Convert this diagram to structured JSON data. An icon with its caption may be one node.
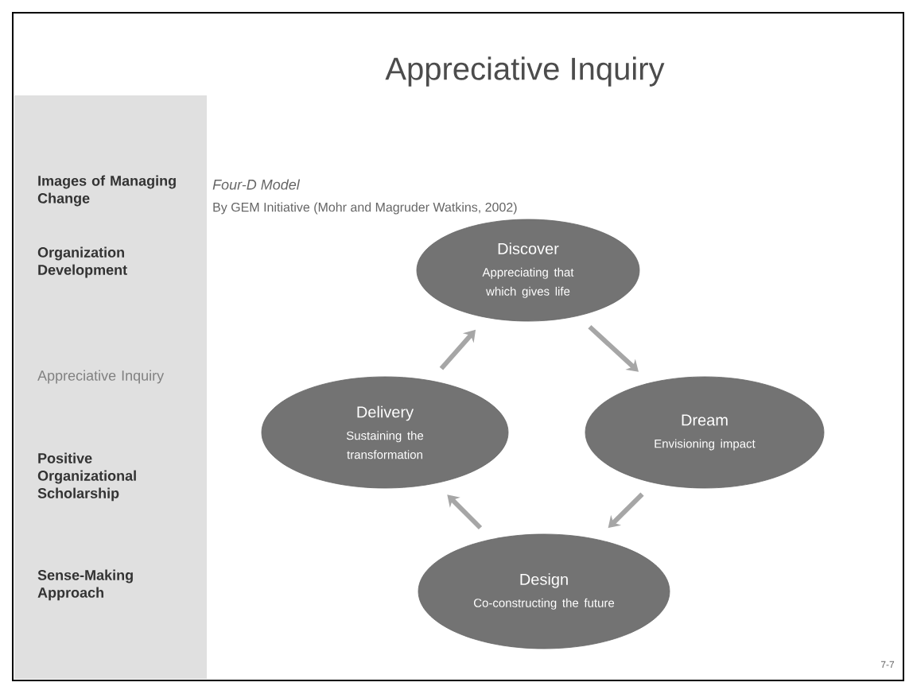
{
  "diagram": {
    "title": "Appreciative Inquiry",
    "nodes": [
      {
        "text": [
          "Discover",
          "Appreciating that which gives life"
        ]
      },
      {
        "text": [
          "Dream",
          "Envisioning impact"
        ]
      },
      {
        "text": [
          "Design",
          "Co-constructing the future"
        ]
      },
      {
        "text": [
          "Delivery",
          "Sustaining the transformation"
        ]
      }
    ],
    "edges": [
      {
        "from": 0,
        "to": 1,
        "arrow": "to"
      },
      {
        "from": 1,
        "to": 2,
        "arrow": "to"
      },
      {
        "from": 2,
        "to": 3,
        "arrow": "to"
      },
      {
        "from": 3,
        "to": 0,
        "arrow": "to"
      }
    ],
    "labels": [
      "Images of Managing Change",
      "Organization Development",
      "Appreciative Inquiry",
      "Positive Organizational Scholarship",
      "Sense-Making Approach",
      "Four-D Model",
      "By GEM Initiative (Mohr and Magruder Watkins, 2002)",
      "7-7"
    ]
  }
}
